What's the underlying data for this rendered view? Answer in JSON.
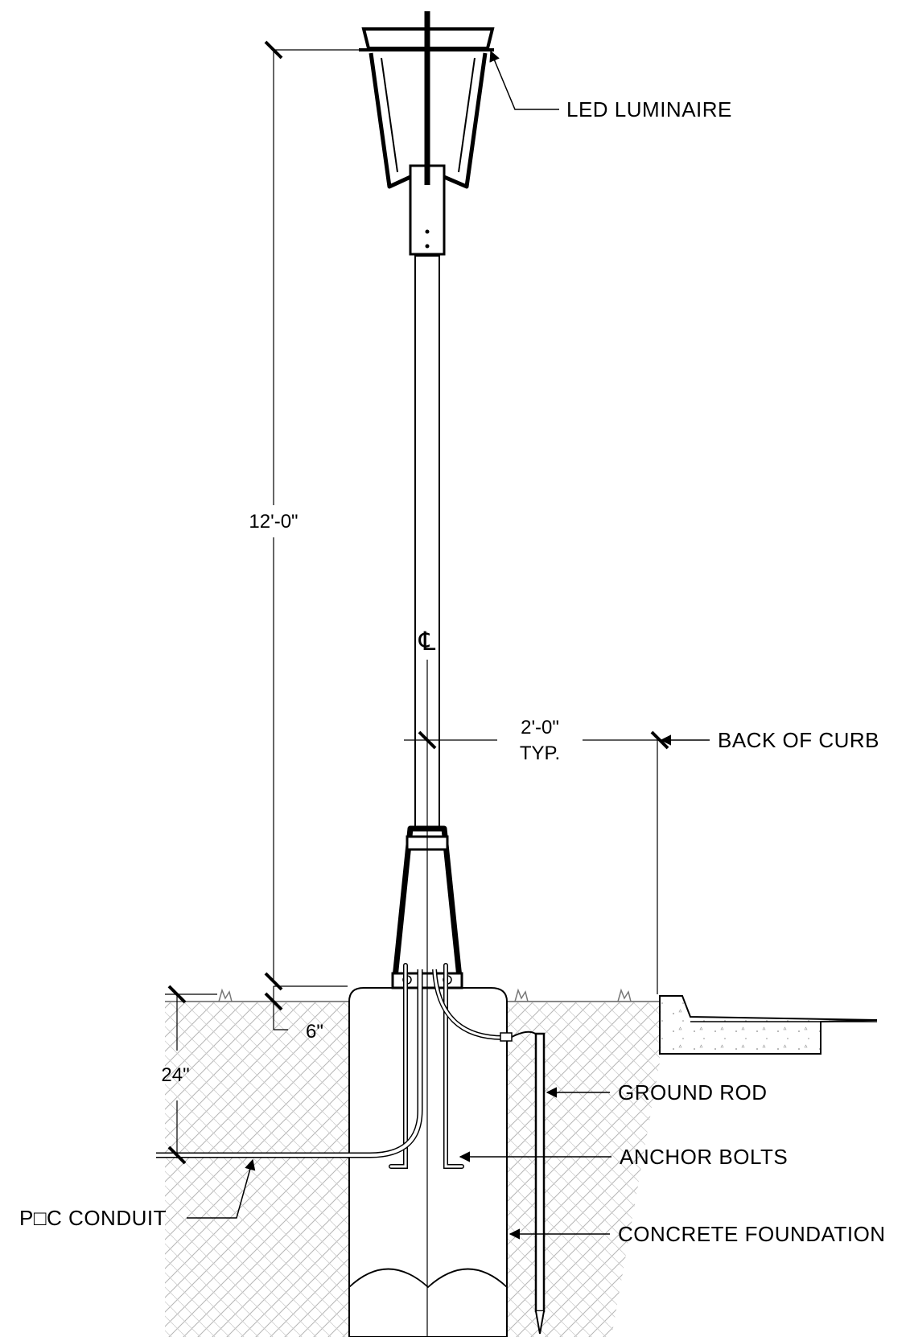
{
  "labels": {
    "luminaire": "LED LUMINAIRE",
    "back_of_curb": "BACK OF CURB",
    "ground_rod": "GROUND ROD",
    "anchor_bolts": "ANCHOR BOLTS",
    "pvc_conduit": "P□C CONDUIT",
    "concrete_foundation": "CONCRETE FOUNDATION",
    "centerline": "℄"
  },
  "dimensions": {
    "pole_height": "12'-0\"",
    "offset_line1": "2'-0\"",
    "offset_line2": "TYP.",
    "base_above_grade": "6\"",
    "conduit_depth": "24\""
  },
  "colors": {
    "line": "#000000",
    "hatch": "#9a9a9a",
    "background": "#ffffff"
  }
}
